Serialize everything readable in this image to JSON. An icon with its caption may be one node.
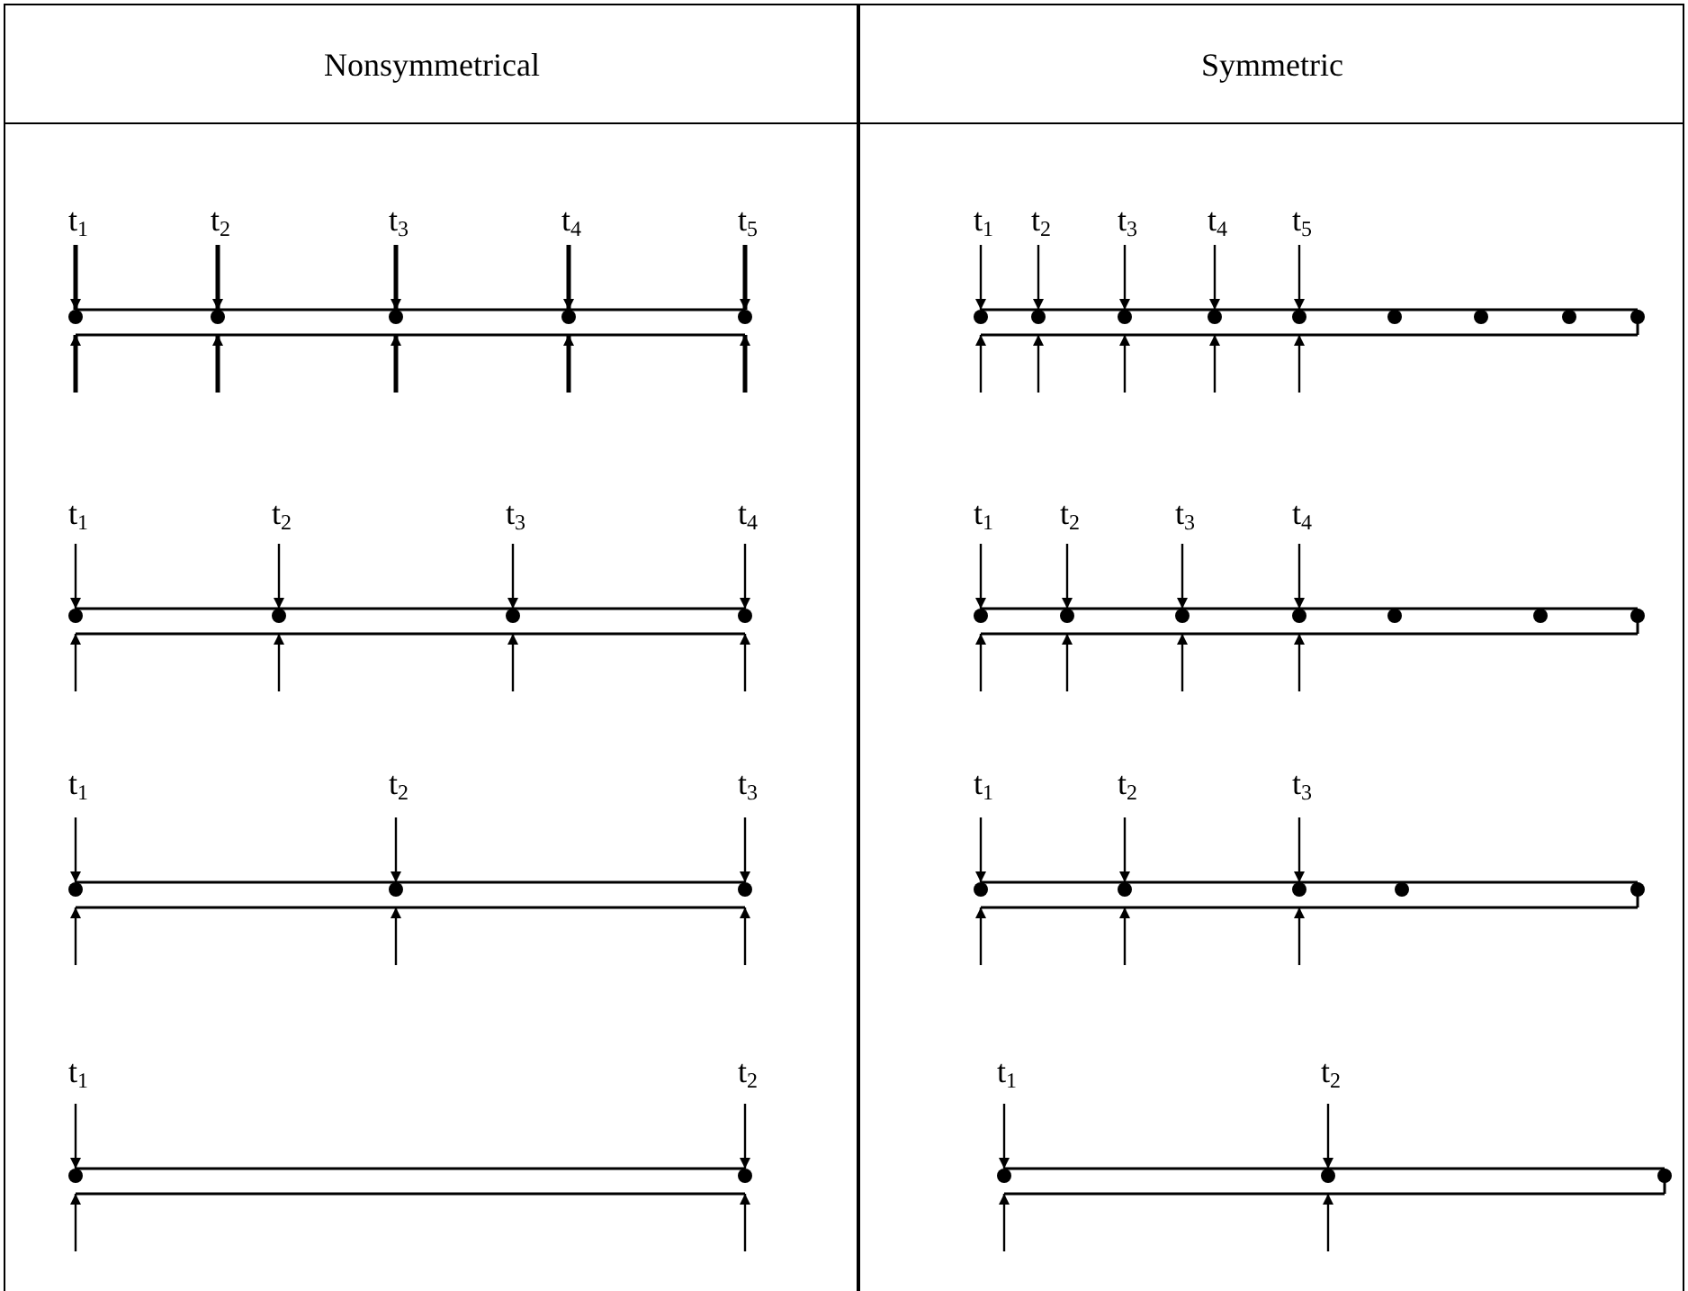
{
  "diagram": {
    "labels": [
      "Nonsymmetrical",
      "Symmetric",
      "t$_{1}$",
      "t$_{2}$",
      "t$_{3}$",
      "t$_{4}$",
      "t$_{5}$",
      "t$_{1}$",
      "t$_{2}$",
      "t$_{3}$",
      "t$_{4}$",
      "t$_{5}$",
      "t$_{1}$",
      "t$_{2}$",
      "t$_{3}$",
      "t$_{4}$",
      "t$_{1}$",
      "t$_{2}$",
      "t$_{3}$",
      "t$_{4}$",
      "t$_{1}$",
      "t$_{2}$",
      "t$_{3}$",
      "t$_{1}$",
      "t$_{2}$",
      "t$_{3}$",
      "t$_{1}$",
      "t$_{2}$",
      "t$_{1}$",
      "t$_{2}$"
    ]
  }
}
